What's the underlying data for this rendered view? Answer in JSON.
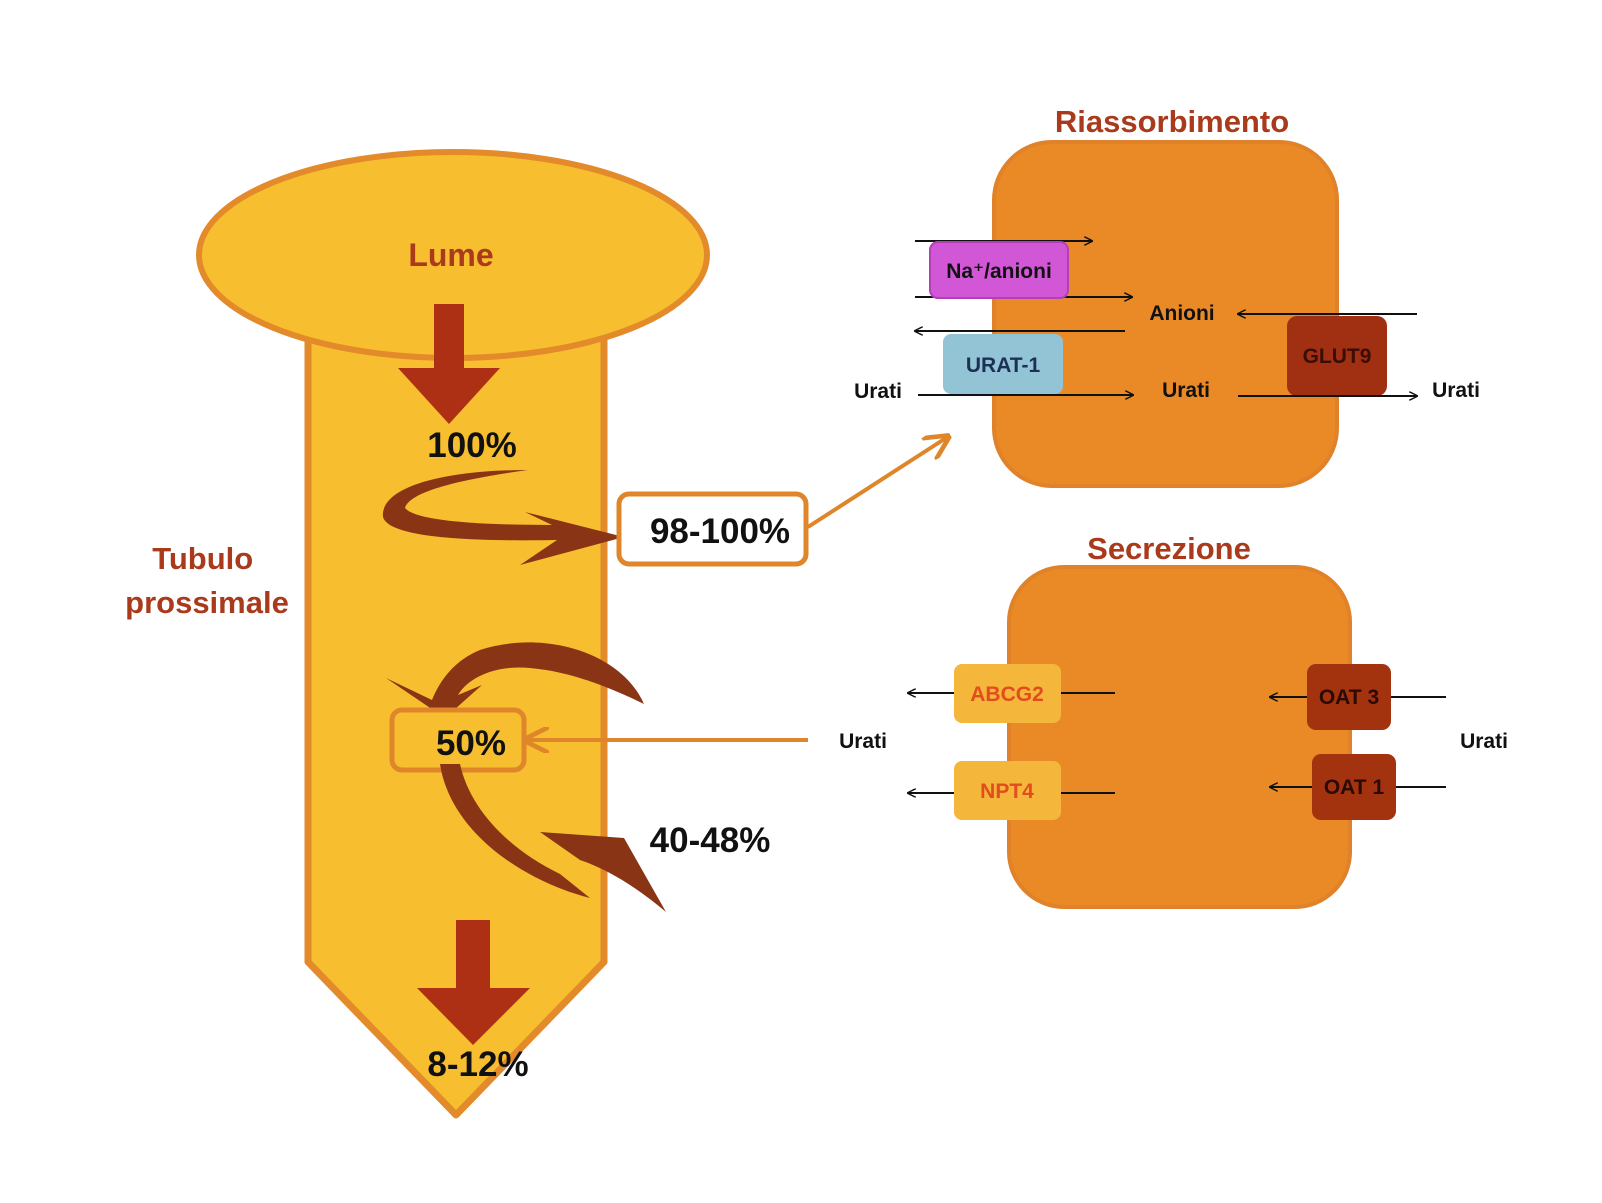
{
  "lumen_label": "Lume",
  "tubule_label": [
    "Tubulo",
    "prossimale"
  ],
  "percentages": {
    "start": "100%",
    "reabsorbed": "98-100%",
    "secreted": "50%",
    "post_secretory_reabsorbed": "40-48%",
    "excreted": "8-12%"
  },
  "reabsorption": {
    "title": "Riassorbimento",
    "transporters": {
      "na_anions": "Na⁺/anioni",
      "urat1": "URAT-1",
      "glut9": "GLUT9"
    },
    "labels": {
      "anions": "Anioni",
      "urates_in": "Urati",
      "urates_cell": "Urati",
      "urates_out": "Urati"
    }
  },
  "secretion": {
    "title": "Secrezione",
    "transporters": {
      "abcg2": "ABCG2",
      "npt4": "NPT4",
      "oat3": "OAT 3",
      "oat1": "OAT 1"
    },
    "labels": {
      "urates_left": "Urati",
      "urates_right": "Urati"
    }
  },
  "colors": {
    "tubule_fill": "#f7be2f",
    "tubule_stroke": "#e38a2a",
    "cell_fill": "#e98a26",
    "arrow_red": "#ae3014",
    "curve_brown": "#8a3416",
    "label_red": "#a93b1c",
    "na_anions": "#d257d6",
    "urat1": "#93c4d6",
    "glut9": "#a12f12",
    "abcg2": "#f5b63c",
    "oat": "#a3320f",
    "secretion_text": "#e14d1c"
  }
}
